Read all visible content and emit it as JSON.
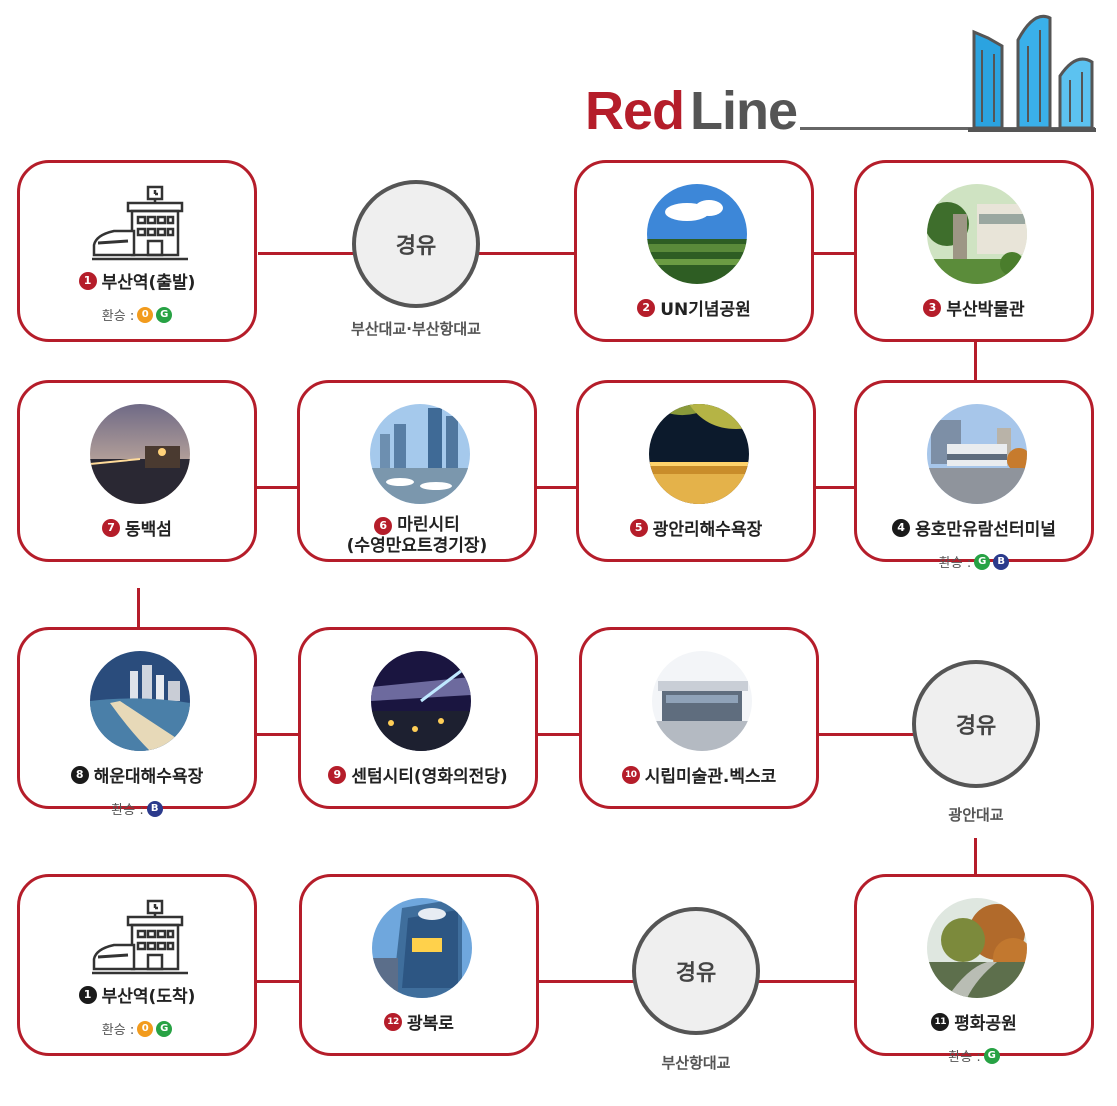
{
  "header": {
    "title_red": "Red",
    "title_gray": "Line"
  },
  "colors": {
    "route": "#b51d2a",
    "num_red": "#b51d2a",
    "num_black": "#1a1a1a",
    "orange_line": "#f29b1d",
    "green_line": "#27a244",
    "blue_line": "#2b3a8c"
  },
  "via": {
    "top": {
      "label": "경유",
      "caption": "부산대교·부산항대교"
    },
    "right": {
      "label": "경유",
      "caption": "광안대교"
    },
    "bottom": {
      "label": "경유",
      "caption": "부산항대교"
    }
  },
  "transfer_label": "환승 :",
  "stops": {
    "start": {
      "number": "1",
      "name": "부산역(출발)",
      "icon": "train-station-icon",
      "transfers": [
        "0",
        "G"
      ]
    },
    "s2": {
      "number": "2",
      "name": "UN기념공원",
      "photo": "un-memorial-park-photo"
    },
    "s3": {
      "number": "3",
      "name": "부산박물관",
      "photo": "busan-museum-photo"
    },
    "s4": {
      "number": "4",
      "name": "용호만유람선터미널",
      "photo": "yonghoman-terminal-photo",
      "transfers": [
        "G",
        "B"
      ]
    },
    "s5": {
      "number": "5",
      "name": "광안리해수욕장",
      "photo": "gwangalli-beach-photo"
    },
    "s6": {
      "number": "6",
      "name_line1": "마린시티",
      "name_line2": "(수영만요트경기장)",
      "photo": "marine-city-photo"
    },
    "s7": {
      "number": "7",
      "name": "동백섬",
      "photo": "dongbaekseom-photo"
    },
    "s8": {
      "number": "8",
      "name": "해운대해수욕장",
      "photo": "haeundae-beach-photo",
      "transfers": [
        "B"
      ]
    },
    "s9": {
      "number": "9",
      "name": "센텀시티(영화의전당)",
      "photo": "centum-city-photo"
    },
    "s10": {
      "number": "10",
      "name": "시립미술관.벡스코",
      "photo": "bexco-photo"
    },
    "s11": {
      "number": "11",
      "name": "평화공원",
      "photo": "peace-park-photo",
      "transfers": [
        "G"
      ]
    },
    "s12": {
      "number": "12",
      "name": "광복로",
      "photo": "gwangbok-ro-photo"
    },
    "end": {
      "number": "1",
      "name": "부산역(도착)",
      "icon": "train-station-icon",
      "transfers": [
        "0",
        "G"
      ]
    }
  }
}
